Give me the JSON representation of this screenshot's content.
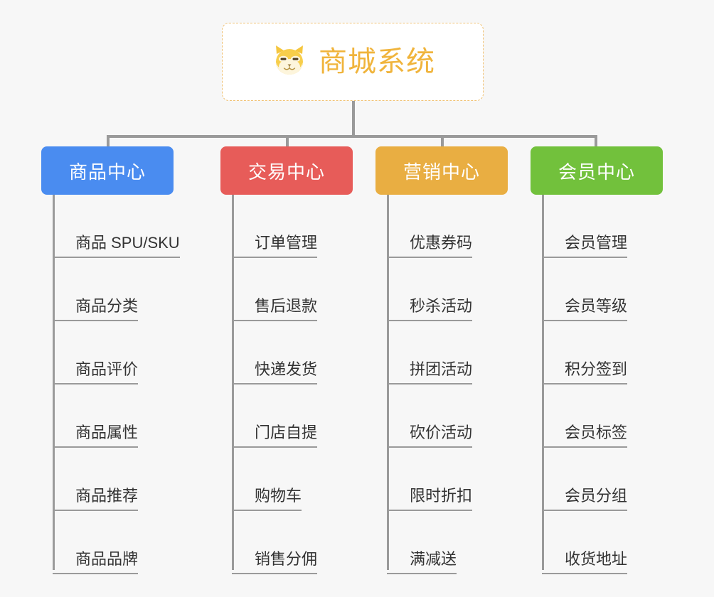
{
  "page": {
    "background_color": "#f7f7f7",
    "type": "mindmap-tree"
  },
  "root": {
    "title": "商城系统",
    "icon": "shiba-dog-face-icon",
    "text_color": "#f0b43c",
    "border_color": "#f0c276",
    "background": "#ffffff"
  },
  "branches": [
    {
      "label": "商品中心",
      "color": "#4a8cf0",
      "items": [
        "商品 SPU/SKU",
        "商品分类",
        "商品评价",
        "商品属性",
        "商品推荐",
        "商品品牌"
      ]
    },
    {
      "label": "交易中心",
      "color": "#e75c59",
      "items": [
        "订单管理",
        "售后退款",
        "快递发货",
        "门店自提",
        "购物车",
        "销售分佣"
      ]
    },
    {
      "label": "营销中心",
      "color": "#e9ae42",
      "items": [
        "优惠券码",
        "秒杀活动",
        "拼团活动",
        "砍价活动",
        "限时折扣",
        "满减送"
      ]
    },
    {
      "label": "会员中心",
      "color": "#72c13c",
      "items": [
        "会员管理",
        "会员等级",
        "积分签到",
        "会员标签",
        "会员分组",
        "收货地址"
      ]
    }
  ],
  "connector": {
    "color": "#9a9a9a"
  }
}
